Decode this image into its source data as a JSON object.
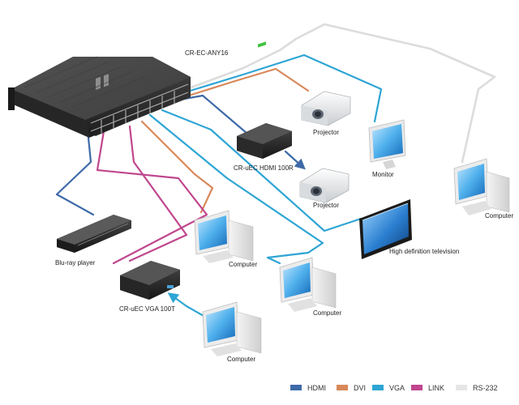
{
  "title": "CR-EC-ANY16",
  "colors": {
    "hdmi": "#3e6aa8",
    "dvi": "#d9885a",
    "vga": "#2ea5d4",
    "link": "#c0468e",
    "rs232": "#e6e6e6"
  },
  "devices": {
    "matrix": "CR-EC-ANY16",
    "projector_top": "Projector",
    "receiver": "CR-uEC HDMI 100R",
    "projector_bottom": "Projector",
    "monitor": "Monitor",
    "computer_right": "Computer",
    "bluray": "Blu-ray player",
    "computer_mid": "Computer",
    "hdtv": "High definition television",
    "transmitter": "CR-uEC VGA 100T",
    "computer_center": "Computer",
    "computer_bottom": "Computer"
  },
  "legend": [
    {
      "label": "HDMI",
      "color": "#3e6aa8"
    },
    {
      "label": "DVI",
      "color": "#d9885a"
    },
    {
      "label": "VGA",
      "color": "#2ea5d4"
    },
    {
      "label": "LINK",
      "color": "#c0468e"
    },
    {
      "label": "RS-232",
      "color": "#e6e6e6"
    }
  ]
}
